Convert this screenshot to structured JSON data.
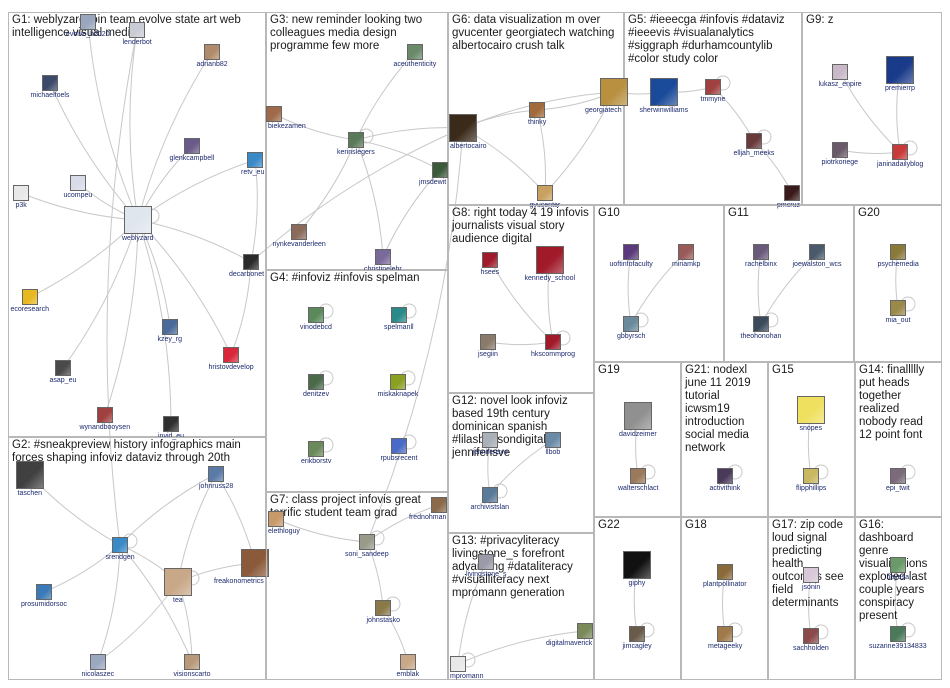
{
  "colors": {
    "edge": "#c8c8c8",
    "panel_border": "#b8b8b8",
    "label": "#1c2a6e",
    "title": "#1a1a1a"
  },
  "panels": [
    {
      "id": "G1",
      "title": "G1: weblyzard join team evolve state art web intelligence visual media",
      "nodes": [
        {
          "id": "evolve_h2020",
          "label": "evolve_h2020",
          "color": "#9aa6bd"
        },
        {
          "id": "lenderbot",
          "label": "lenderbot",
          "color": "#c9ccd4"
        },
        {
          "id": "adrianb82",
          "label": "adrianb82",
          "color": "#b08a6a"
        },
        {
          "id": "michaelfoels",
          "label": "michaelfoels",
          "color": "#3b4a6a"
        },
        {
          "id": "glenkcampbell",
          "label": "glenkcampbell",
          "color": "#6a5a8a"
        },
        {
          "id": "retv_eu",
          "label": "retv_eu",
          "color": "#3a8ac8"
        },
        {
          "id": "p3k",
          "label": "p3k",
          "color": "#e8e8e8"
        },
        {
          "id": "ucompeu",
          "label": "ucompeu",
          "color": "#d8dce8"
        },
        {
          "id": "weblyzard",
          "label": "weblyzard",
          "color": "#dfe6ee"
        },
        {
          "id": "decarbonet",
          "label": "decarbonet",
          "color": "#2a2a2a"
        },
        {
          "id": "ecoresearch",
          "label": "ecoresearch",
          "color": "#e8b820"
        },
        {
          "id": "kzey_rg",
          "label": "kzey_rg",
          "color": "#4a6a9a"
        },
        {
          "id": "hristovdevelop",
          "label": "hristovdevelop",
          "color": "#d8283a"
        },
        {
          "id": "asap_eu",
          "label": "asap_eu",
          "color": "#4a4a4a"
        },
        {
          "id": "wynandbooysen",
          "label": "wynandbooysen",
          "color": "#a04040"
        },
        {
          "id": "invid_eu",
          "label": "invid_eu",
          "color": "#303030"
        }
      ]
    },
    {
      "id": "G2",
      "title": "G2: #sneakpreview history infographics main forces shaping infoviz dataviz through 20th",
      "nodes": [
        {
          "id": "taschen",
          "label": "taschen",
          "color": "#404040"
        },
        {
          "id": "johnruss28",
          "label": "johnruss28",
          "color": "#5a7aa8"
        },
        {
          "id": "srendgen",
          "label": "srendgen",
          "color": "#3a8ac8"
        },
        {
          "id": "freakonometrics",
          "label": "freakonometrics",
          "color": "#8a5a3a"
        },
        {
          "id": "tea",
          "label": "tea",
          "color": "#c8a888"
        },
        {
          "id": "prosumidorsoc",
          "label": "prosumidorsoc",
          "color": "#3a7ab8"
        },
        {
          "id": "nicolaszec",
          "label": "nicolaszec",
          "color": "#9aa8c0"
        },
        {
          "id": "visionscarto",
          "label": "visionscarto",
          "color": "#b89a7a"
        }
      ]
    },
    {
      "id": "G3",
      "title": "G3: new reminder looking two colleagues media design programme few more",
      "nodes": [
        {
          "id": "aceuthenticity",
          "label": "aceuthenticity",
          "color": "#6a8a6a"
        },
        {
          "id": "biekezamen",
          "label": "biekezamen",
          "color": "#a06a4a"
        },
        {
          "id": "kerinslegers",
          "label": "kerinslegers",
          "color": "#5a7a5a"
        },
        {
          "id": "jmsdewit",
          "label": "jmsdewit",
          "color": "#3a5a3a"
        },
        {
          "id": "nynkevanderleen",
          "label": "nynkevanderleen",
          "color": "#8a6a5a"
        },
        {
          "id": "christinelehr",
          "label": "christinelehr",
          "color": "#7a6a9a"
        }
      ]
    },
    {
      "id": "G4",
      "title": "G4: #infoviz #infovis spelman",
      "nodes": [
        {
          "id": "vinodebcd",
          "label": "vinodebcd",
          "color": "#5a8a5a"
        },
        {
          "id": "spelmanll",
          "label": "spelmanll",
          "color": "#2a8a8a"
        },
        {
          "id": "denitzev",
          "label": "denitzev",
          "color": "#4a6a4a"
        },
        {
          "id": "miskaknapek",
          "label": "miskaknapek",
          "color": "#8aa020"
        },
        {
          "id": "erikborstv",
          "label": "erikborstv",
          "color": "#6a8a5a"
        },
        {
          "id": "rpubsrecent",
          "label": "rpubsrecent",
          "color": "#4a6ac8"
        }
      ]
    },
    {
      "id": "G5",
      "title": "G5: #ieeecga #infovis #dataviz #ieeevis #visualanalytics #siggraph #durhamcountylib #color study color",
      "nodes": [
        {
          "id": "sherwinwilliams",
          "label": "sherwinwilliams",
          "color": "#1a4a9a"
        },
        {
          "id": "tmmyne",
          "label": "tmmyne",
          "color": "#a04040"
        },
        {
          "id": "elljah_meeks",
          "label": "elljah_meeks",
          "color": "#6a3a3a"
        },
        {
          "id": "pmcruz",
          "label": "pmcruz",
          "color": "#3a1a1a"
        }
      ]
    },
    {
      "id": "G6",
      "title": "G6: data visualization m over gvucenter georgiatech watching albertocairo crush talk",
      "nodes": [
        {
          "id": "thinky",
          "label": "thinky",
          "color": "#a06a3a"
        },
        {
          "id": "georgiatech",
          "label": "georgiatech",
          "color": "#b89040"
        },
        {
          "id": "albertocairo",
          "label": "albertocairo",
          "color": "#3a2a1a"
        },
        {
          "id": "gvucenter",
          "label": "gvucenter",
          "color": "#c8a060"
        }
      ]
    },
    {
      "id": "G7",
      "title": "G7: class project infovis great terrific student team grad",
      "nodes": [
        {
          "id": "frednohman",
          "label": "frednohman",
          "color": "#8a6a4a"
        },
        {
          "id": "elethloguy",
          "label": "elethloguy",
          "color": "#c89a6a"
        },
        {
          "id": "soni_sandeep",
          "label": "soni_sandeep",
          "color": "#9a9a8a"
        },
        {
          "id": "johnstasko",
          "label": "johnstasko",
          "color": "#8a7a4a"
        },
        {
          "id": "emblak",
          "label": "emblak",
          "color": "#c8a888"
        }
      ]
    },
    {
      "id": "G8",
      "title": "G8: right today 4 19 infovis journalists visual story audience digital",
      "nodes": [
        {
          "id": "hsees",
          "label": "hsees",
          "color": "#a01a2a"
        },
        {
          "id": "kennedy_school",
          "label": "kennedy_school",
          "color": "#a01a2a"
        },
        {
          "id": "jsegiin",
          "label": "jsegiin",
          "color": "#8a7a6a"
        },
        {
          "id": "hkscommprog",
          "label": "hkscommprog",
          "color": "#a01a2a"
        }
      ]
    },
    {
      "id": "G9",
      "title": "G9: z",
      "nodes": [
        {
          "id": "lukasz_enpire",
          "label": "lukasz_enpire",
          "color": "#c8b8c8"
        },
        {
          "id": "premierrp",
          "label": "premierrp",
          "color": "#1a3a8a"
        },
        {
          "id": "piotrkoriege",
          "label": "piotrkoriege",
          "color": "#6a5a6a"
        },
        {
          "id": "janinadailyblog",
          "label": "janinadailyblog",
          "color": "#c83a3a"
        }
      ]
    },
    {
      "id": "G10",
      "title": "G10",
      "nodes": [
        {
          "id": "uoftinfofaculty",
          "label": "uoftinfofaculty",
          "color": "#5a3a7a"
        },
        {
          "id": "miriamkp",
          "label": "miriamkp",
          "color": "#9a5a5a"
        },
        {
          "id": "gbbyrsch",
          "label": "gbbyrsch",
          "color": "#6a8a9a"
        }
      ]
    },
    {
      "id": "G11",
      "title": "G11",
      "nodes": [
        {
          "id": "rachelbinx",
          "label": "rachelbinx",
          "color": "#6a5a7a"
        },
        {
          "id": "joewalston_wcs",
          "label": "joewalston_wcs",
          "color": "#4a5a6a"
        },
        {
          "id": "theohonohan",
          "label": "theohonohan",
          "color": "#3a4a5a"
        }
      ]
    },
    {
      "id": "G20",
      "title": "G20",
      "nodes": [
        {
          "id": "psychemedia",
          "label": "psychemedia",
          "color": "#8a7a3a"
        },
        {
          "id": "mia_out",
          "label": "mia_out",
          "color": "#9a8a4a"
        }
      ]
    },
    {
      "id": "G12",
      "title": "G12: novel look infoviz based 19th century dominican spanish #lilasbensondigital jenniferisve",
      "nodes": [
        {
          "id": "jenniferisve",
          "label": "jenniferisve",
          "color": "#aab0b8"
        },
        {
          "id": "llbob",
          "label": "llbob",
          "color": "#6a8aa8"
        },
        {
          "id": "archivistslan",
          "label": "archivistslan",
          "color": "#5a7a9a"
        }
      ]
    },
    {
      "id": "G13",
      "title": "G13: #privacyliteracy livingstone_s forefront advancing #dataliteracy #visualliteracy next mpromann generation",
      "nodes": [
        {
          "id": "livingstone_s",
          "label": "livingstone_s",
          "color": "#9a9aa8"
        },
        {
          "id": "digitalmaverick",
          "label": "digitalmaverick",
          "color": "#7a8a5a"
        },
        {
          "id": "mpromann",
          "label": "mpromann",
          "color": "#e8e8e8"
        }
      ]
    },
    {
      "id": "G19",
      "title": "G19",
      "nodes": [
        {
          "id": "davidzeimer",
          "label": "davidzeimer",
          "color": "#909090"
        },
        {
          "id": "walterschlact",
          "label": "walterschlact",
          "color": "#9a7a5a"
        }
      ]
    },
    {
      "id": "G21",
      "title": "G21: nodexl june 11 2019 tutorial icwsm19 introduction social media network",
      "nodes": [
        {
          "id": "activithink",
          "label": "activithink",
          "color": "#4a3a5a"
        }
      ]
    },
    {
      "id": "G15",
      "title": "G15",
      "nodes": [
        {
          "id": "snopes",
          "label": "snopes",
          "color": "#f0e060"
        },
        {
          "id": "flipphillips",
          "label": "flipphillips",
          "color": "#c8b860"
        }
      ]
    },
    {
      "id": "G14",
      "title": "G14: finallllly put heads together realized nobody read 12 point font",
      "nodes": [
        {
          "id": "epi_twit",
          "label": "epi_twit",
          "color": "#7a6a7a"
        }
      ]
    },
    {
      "id": "G22",
      "title": "G22",
      "nodes": [
        {
          "id": "giphy",
          "label": "giphy",
          "color": "#111111"
        },
        {
          "id": "jimcagley",
          "label": "jimcagley",
          "color": "#6a5a4a"
        }
      ]
    },
    {
      "id": "G18",
      "title": "G18",
      "nodes": [
        {
          "id": "plantpollinator",
          "label": "plantpollinator",
          "color": "#8a6a3a"
        },
        {
          "id": "metageeky",
          "label": "metageeky",
          "color": "#a07a4a"
        }
      ]
    },
    {
      "id": "G17",
      "title": "G17: zip code loud signal predicting health outcomes see field determinants",
      "nodes": [
        {
          "id": "jsonin",
          "label": "jsonin",
          "color": "#d8c8d8"
        },
        {
          "id": "sachholden",
          "label": "sachholden",
          "color": "#8a4a4a"
        }
      ]
    },
    {
      "id": "G16",
      "title": "G16: dashboard genre visualizations exploded last couple years conspiracy present",
      "nodes": [
        {
          "id": "heyesa",
          "label": "heyesa",
          "color": "#6a9a6a"
        },
        {
          "id": "suzanne39134833",
          "label": "suzanne39134833",
          "color": "#4a7a5a"
        }
      ]
    }
  ]
}
